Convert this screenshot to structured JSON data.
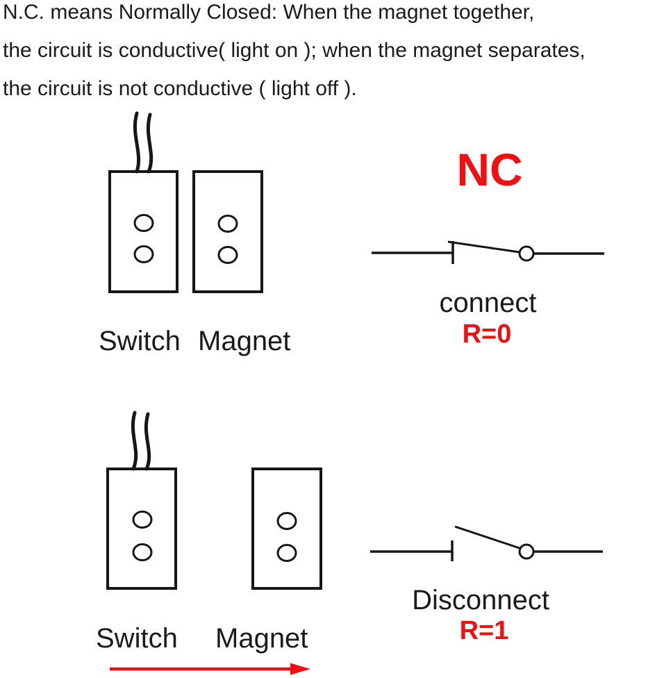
{
  "intro": {
    "line1": "N.C. means Normally Closed: When the magnet together,",
    "line2": "the circuit is conductive( light on ); when the magnet separates,",
    "line3": "the circuit is not conductive ( light off )."
  },
  "top_diagram": {
    "switch_label": "Switch",
    "magnet_label": "Magnet",
    "state_title": "NC",
    "state_caption": "connect",
    "resistance": "R=0"
  },
  "bottom_diagram": {
    "switch_label": "Switch",
    "magnet_label": "Magnet",
    "state_caption": "Disconnect",
    "resistance": "R=1"
  },
  "icons": {
    "closed_switch_symbol": "closed-circuit-switch-icon",
    "open_switch_symbol": "open-circuit-switch-icon",
    "direction_arrow": "right-arrow-icon"
  },
  "colors": {
    "ink": "#1a1a1a",
    "line": "#161616",
    "red": "#ee1111"
  }
}
